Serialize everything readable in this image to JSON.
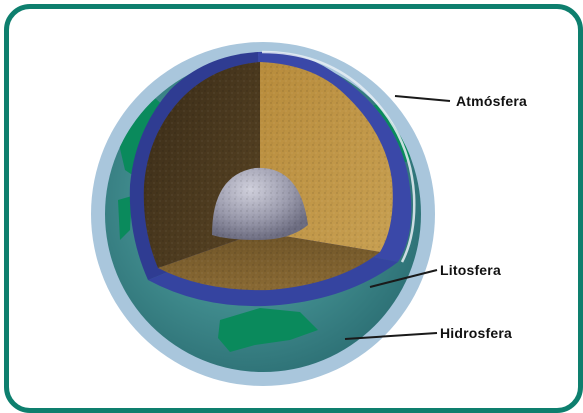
{
  "labels": {
    "atmosphere": "Atmósfera",
    "lithosphere": "Litosfera",
    "hydrosphere": "Hidrosfera"
  },
  "colors": {
    "frame": "#0e7f6e",
    "atmosphere": "#a9c6dc",
    "ocean": "#3f8a8c",
    "land": "#0a8a5c",
    "mantle_light": "#c39a4a",
    "mantle_dark": "#4a3a20",
    "crust_band": "#3a48a8",
    "core": "#a0a0b0"
  }
}
